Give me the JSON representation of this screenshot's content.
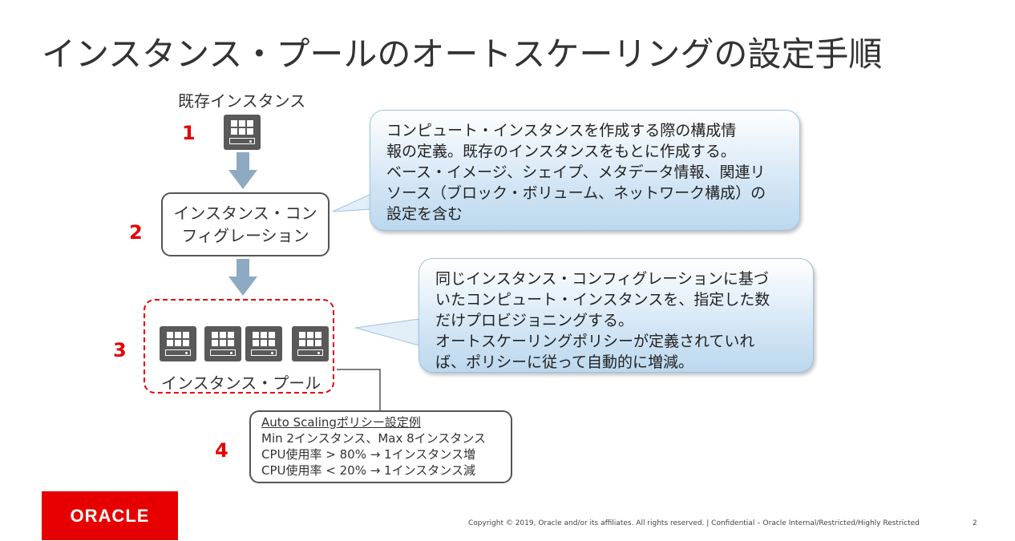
{
  "slide": {
    "title": "インスタンス・プールのオートスケーリングの設定手順",
    "existing_label": "既存インスタンス",
    "steps": [
      "1",
      "2",
      "3",
      "4"
    ],
    "config_box": {
      "line1": "インスタンス・コン",
      "line2": "フィグレーション"
    },
    "pool_label": "インスタンス・プール",
    "bubble_config": {
      "lines": [
        "コンピュート・インスタンスを作成する際の構成情",
        "報の定義。既存のインスタンスをもとに作成する。",
        "ベース・イメージ、シェイプ、メタデータ情報、関連リ",
        "ソース（ブロック・ボリューム、ネットワーク構成）の",
        "設定を含む"
      ]
    },
    "bubble_pool": {
      "lines": [
        "同じインスタンス・コンフィグレーションに基づ",
        "いたコンピュート・インスタンスを、指定した数",
        "だけプロビジョニングする。",
        "オートスケーリングポリシーが定義されていれ",
        "ば、ポリシーに従って自動的に増減。"
      ]
    },
    "policy_box": {
      "heading": "Auto Scalingポリシー設定例",
      "lines": [
        "Min 2インスタンス、Max 8インスタンス",
        "CPU使用率 > 80% → 1インスタンス増",
        "CPU使用率 < 20% → 1インスタンス減"
      ]
    }
  },
  "footer": {
    "logo_text": "ORACLE",
    "copyright": "Copyright © 2019, Oracle and/or its affiliates. All rights reserved.  |  Confidential – Oracle Internal/Restricted/Highly Restricted",
    "page_number": "2"
  },
  "colors": {
    "accent_red": "#e60000",
    "arrow": "#8eaac2",
    "icon": "#595959"
  },
  "icons": [
    "server-icon",
    "down-arrow-icon"
  ]
}
